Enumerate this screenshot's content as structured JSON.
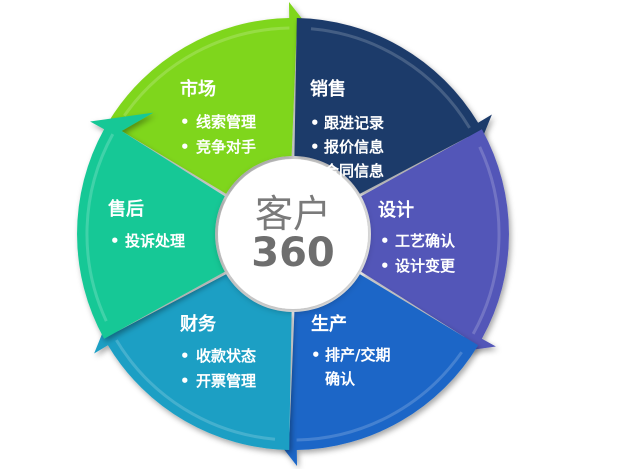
{
  "colors": {
    "market": "#7fd61b",
    "sales": "#1f3a6b",
    "design": "#5257b8",
    "production": "#1a66c7",
    "finance": "#1f9fc4",
    "aftersales": "#19c896",
    "center_fill": "#ffffff",
    "text": "#ffffff",
    "center_text": "#777777"
  },
  "center": {
    "line1": "客户",
    "line2": "360"
  },
  "segments": [
    {
      "key": "market",
      "title": "市场",
      "items": [
        "线索管理",
        "竞争对手"
      ]
    },
    {
      "key": "sales",
      "title": "销售",
      "items": [
        "跟进记录",
        "报价信息",
        "合同信息"
      ]
    },
    {
      "key": "design",
      "title": "设计",
      "items": [
        "工艺确认",
        "设计变更"
      ]
    },
    {
      "key": "production",
      "title": "生产",
      "items": [
        "排产/交期",
        "确认"
      ]
    },
    {
      "key": "finance",
      "title": "财务",
      "items": [
        "收款状态",
        "开票管理"
      ]
    },
    {
      "key": "aftersales",
      "title": "售后",
      "items": [
        "投诉处理"
      ]
    }
  ]
}
